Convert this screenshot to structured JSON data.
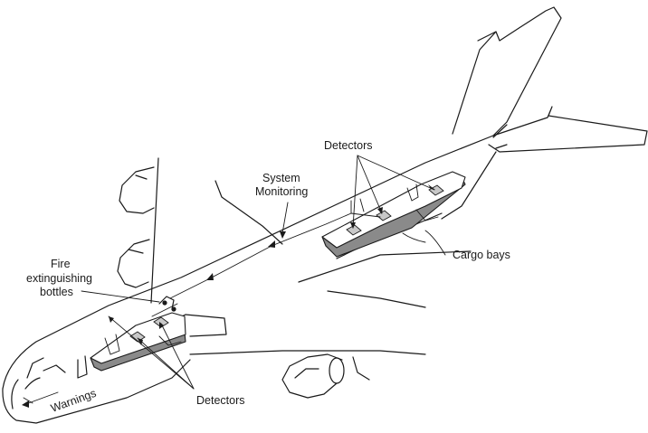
{
  "labels": {
    "detectors_top": "Detectors",
    "system_monitoring_line1": "System",
    "system_monitoring_line2": "Monitoring",
    "cargo_bays": "Cargo bays",
    "fire_line1": "Fire",
    "fire_line2": "extinguishing",
    "fire_line3": "bottles",
    "warnings": "Warnings",
    "detectors_bottom": "Detectors"
  },
  "colors": {
    "line": "#1a1a1a",
    "bay_side": "#8a8a8a",
    "detector": "#c8c8c8"
  }
}
